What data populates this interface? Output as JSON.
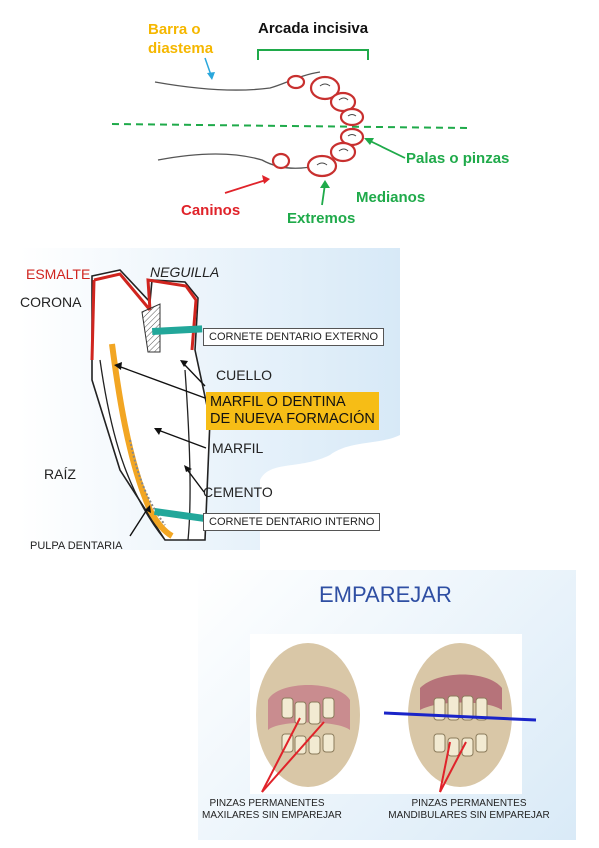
{
  "top": {
    "barra": "Barra o diastema",
    "barra_line1": "Barra o",
    "barra_line2": "diastema",
    "arcada": "Arcada incisiva",
    "palas": "Palas o pinzas",
    "medianos": "Medianos",
    "caninos": "Caninos",
    "extremos": "Extremos",
    "colors": {
      "orange": "#f5b700",
      "green": "#1faa4a",
      "red": "#e0232a",
      "blue": "#2aa7dc"
    }
  },
  "tooth": {
    "esmalte": "ESMALTE",
    "neguilla": "NEGUILLA",
    "corona": "CORONA",
    "cornete_externo": "CORNETE DENTARIO EXTERNO",
    "cuello": "CUELLO",
    "marfil_nuevo_line1": "MARFIL O DENTINA",
    "marfil_nuevo_line2": "DE NUEVA FORMACIÓN",
    "marfil": "MARFIL",
    "raiz": "RAÍZ",
    "cemento": "CEMENTO",
    "cornete_interno": "CORNETE DENTARIO INTERNO",
    "pulpa": "PULPA DENTARIA"
  },
  "emparejar": {
    "title": "EMPAREJAR",
    "left_caption_line1": "PINZAS PERMANENTES",
    "left_caption_line2": "MAXILARES SIN EMPAREJAR",
    "right_caption_line1": "PINZAS PERMANENTES",
    "right_caption_line2": "MANDIBULARES SIN EMPAREJAR"
  }
}
